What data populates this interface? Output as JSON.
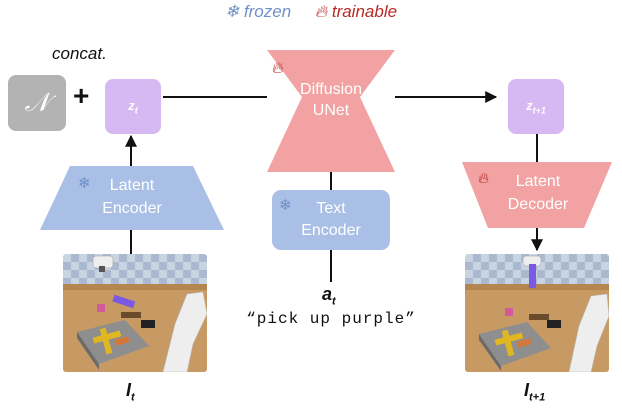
{
  "legend": {
    "frozen_label": "frozen",
    "trainable_label": "trainable",
    "frozen_icon": "snowflake-icon",
    "trainable_icon": "flame-icon",
    "frozen_color": "#6f8fc6",
    "trainable_color": "#b72a26"
  },
  "concat_label": "concat.",
  "noise_symbol": "𝒩",
  "plus_symbol": "+",
  "latent_input": {
    "base": "z",
    "sub": "t"
  },
  "latent_output": {
    "base": "z",
    "sub": "t+1"
  },
  "unet": {
    "line1": "Diffusion",
    "line2": "UNet"
  },
  "latent_encoder": {
    "line1": "Latent",
    "line2": "Encoder"
  },
  "latent_decoder": {
    "line1": "Latent",
    "line2": "Decoder"
  },
  "text_encoder": {
    "line1": "Text",
    "line2": "Encoder"
  },
  "action": {
    "base": "a",
    "sub": "t",
    "text": "“pick up purple”"
  },
  "image_input": {
    "base": "I",
    "sub": "t"
  },
  "image_output": {
    "base": "I",
    "sub": "t+1"
  },
  "colors": {
    "frozen_fill": "#a9bfe6",
    "trainable_fill": "#f2a2a2",
    "latent_fill": "#d6b8f2",
    "noise_fill": "#b3b3b3"
  }
}
